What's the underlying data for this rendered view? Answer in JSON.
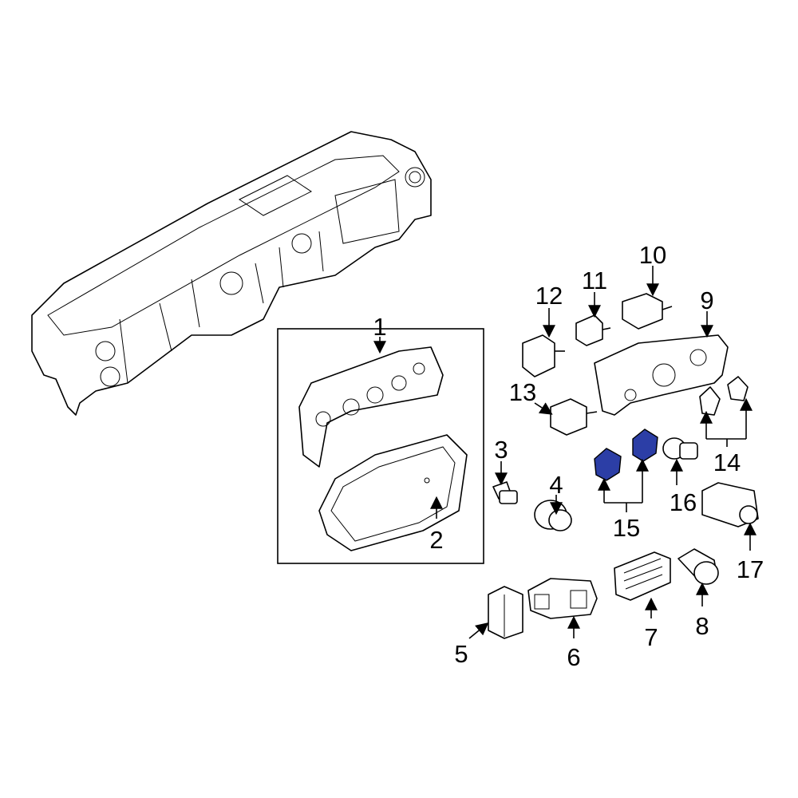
{
  "diagram": {
    "callouts": [
      "1",
      "2",
      "3",
      "4",
      "5",
      "6",
      "7",
      "8",
      "9",
      "10",
      "11",
      "12",
      "13",
      "14",
      "15",
      "16",
      "17"
    ],
    "highlight_color": "#2c3ea6",
    "highlighted_callout": "15"
  }
}
